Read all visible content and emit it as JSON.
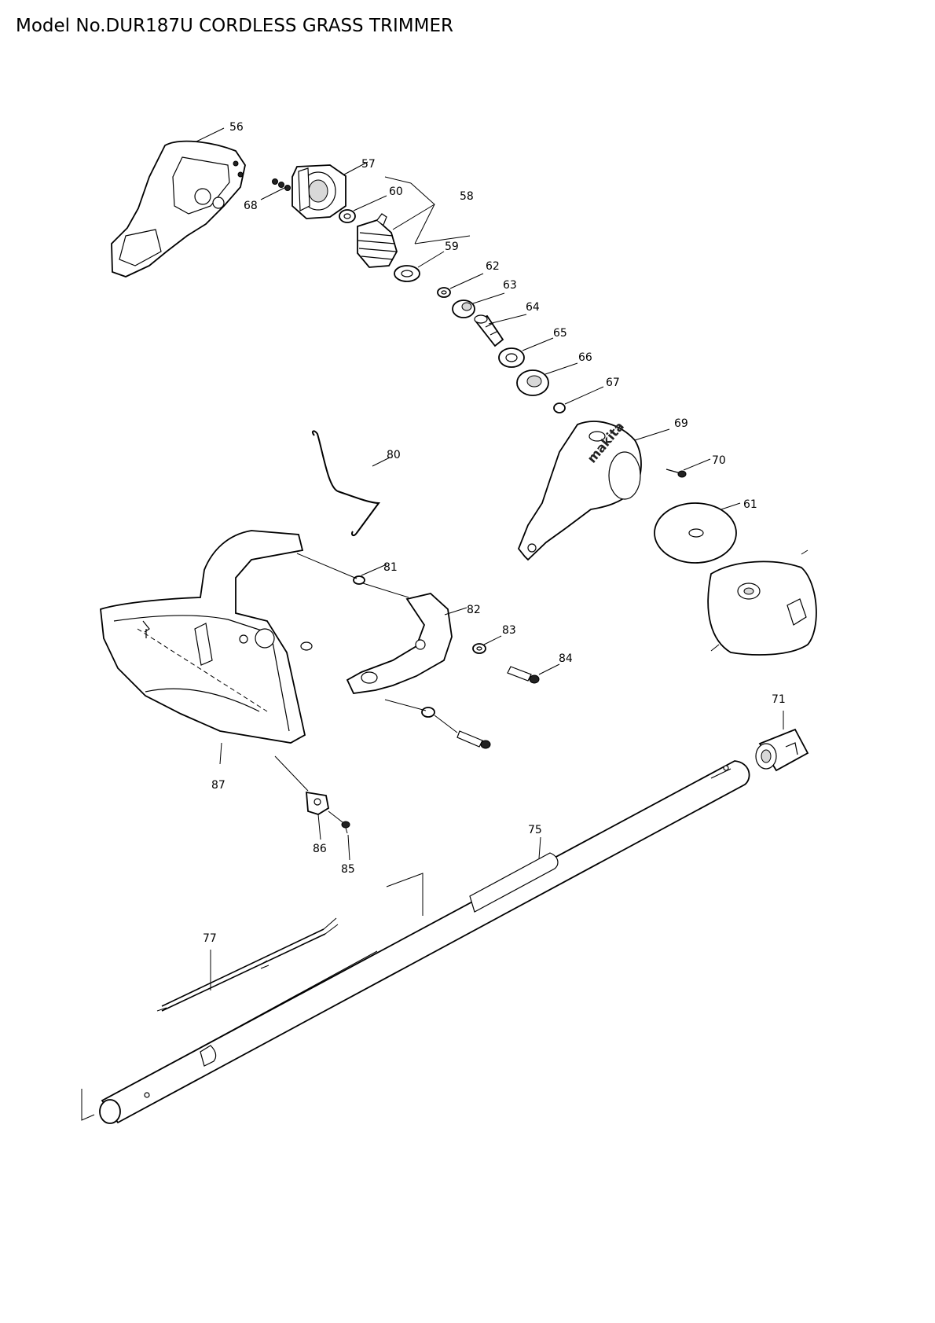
{
  "title": "Model No.DUR187U CORDLESS GRASS TRIMMER",
  "brand_mark": "makita",
  "parts": {
    "p56": "56",
    "p57": "57",
    "p58": "58",
    "p59": "59",
    "p60": "60",
    "p61": "61",
    "p62": "62",
    "p63": "63",
    "p64": "64",
    "p65": "65",
    "p66": "66",
    "p67": "67",
    "p68": "68",
    "p69": "69",
    "p70": "70",
    "p71": "71",
    "p75": "75",
    "p77": "77",
    "p80": "80",
    "p81": "81",
    "p82": "82",
    "p83": "83",
    "p84": "84",
    "p85": "85",
    "p86": "86",
    "p87": "87"
  }
}
